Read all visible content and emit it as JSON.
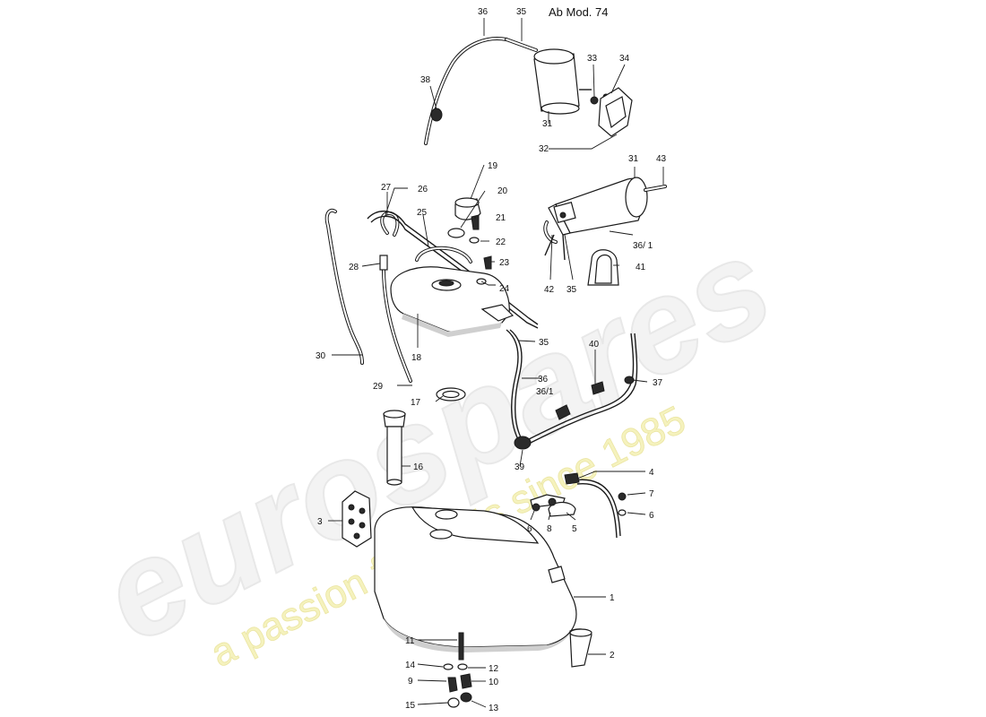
{
  "header": {
    "model_note": "Ab Mod. 74"
  },
  "watermark": {
    "brand": "eurospares",
    "tagline": "a passion for parts since 1985"
  },
  "callouts": [
    {
      "id": "c36a",
      "text": "36"
    },
    {
      "id": "c35a",
      "text": "35"
    },
    {
      "id": "c38",
      "text": "38"
    },
    {
      "id": "c33",
      "text": "33"
    },
    {
      "id": "c34",
      "text": "34"
    },
    {
      "id": "c31a",
      "text": "31"
    },
    {
      "id": "c32",
      "text": "32"
    },
    {
      "id": "c19",
      "text": "19"
    },
    {
      "id": "c20",
      "text": "20"
    },
    {
      "id": "c27",
      "text": "27"
    },
    {
      "id": "c26",
      "text": "26"
    },
    {
      "id": "c25",
      "text": "25"
    },
    {
      "id": "c21",
      "text": "21"
    },
    {
      "id": "c22",
      "text": "22"
    },
    {
      "id": "c28",
      "text": "28"
    },
    {
      "id": "c23",
      "text": "23"
    },
    {
      "id": "c24",
      "text": "24"
    },
    {
      "id": "c31b",
      "text": "31"
    },
    {
      "id": "c43",
      "text": "43"
    },
    {
      "id": "c36_1a",
      "text": "36/ 1"
    },
    {
      "id": "c41",
      "text": "41"
    },
    {
      "id": "c42",
      "text": "42"
    },
    {
      "id": "c35b",
      "text": "35"
    },
    {
      "id": "c18",
      "text": "18"
    },
    {
      "id": "c35c",
      "text": "35"
    },
    {
      "id": "c30",
      "text": "30"
    },
    {
      "id": "c40",
      "text": "40"
    },
    {
      "id": "c36b",
      "text": "36"
    },
    {
      "id": "c36_1b",
      "text": "36/1"
    },
    {
      "id": "c37",
      "text": "37"
    },
    {
      "id": "c29",
      "text": "29"
    },
    {
      "id": "c17",
      "text": "17"
    },
    {
      "id": "c16",
      "text": "16"
    },
    {
      "id": "c39",
      "text": "39"
    },
    {
      "id": "c4",
      "text": "4"
    },
    {
      "id": "c7",
      "text": "7"
    },
    {
      "id": "c6a",
      "text": "6"
    },
    {
      "id": "c3",
      "text": "3"
    },
    {
      "id": "c6b",
      "text": "6"
    },
    {
      "id": "c8",
      "text": "8"
    },
    {
      "id": "c5",
      "text": "5"
    },
    {
      "id": "c1",
      "text": "1"
    },
    {
      "id": "c2",
      "text": "2"
    },
    {
      "id": "c11",
      "text": "11"
    },
    {
      "id": "c14",
      "text": "14"
    },
    {
      "id": "c12",
      "text": "12"
    },
    {
      "id": "c9",
      "text": "9"
    },
    {
      "id": "c10",
      "text": "10"
    },
    {
      "id": "c15",
      "text": "15"
    },
    {
      "id": "c13",
      "text": "13"
    }
  ]
}
